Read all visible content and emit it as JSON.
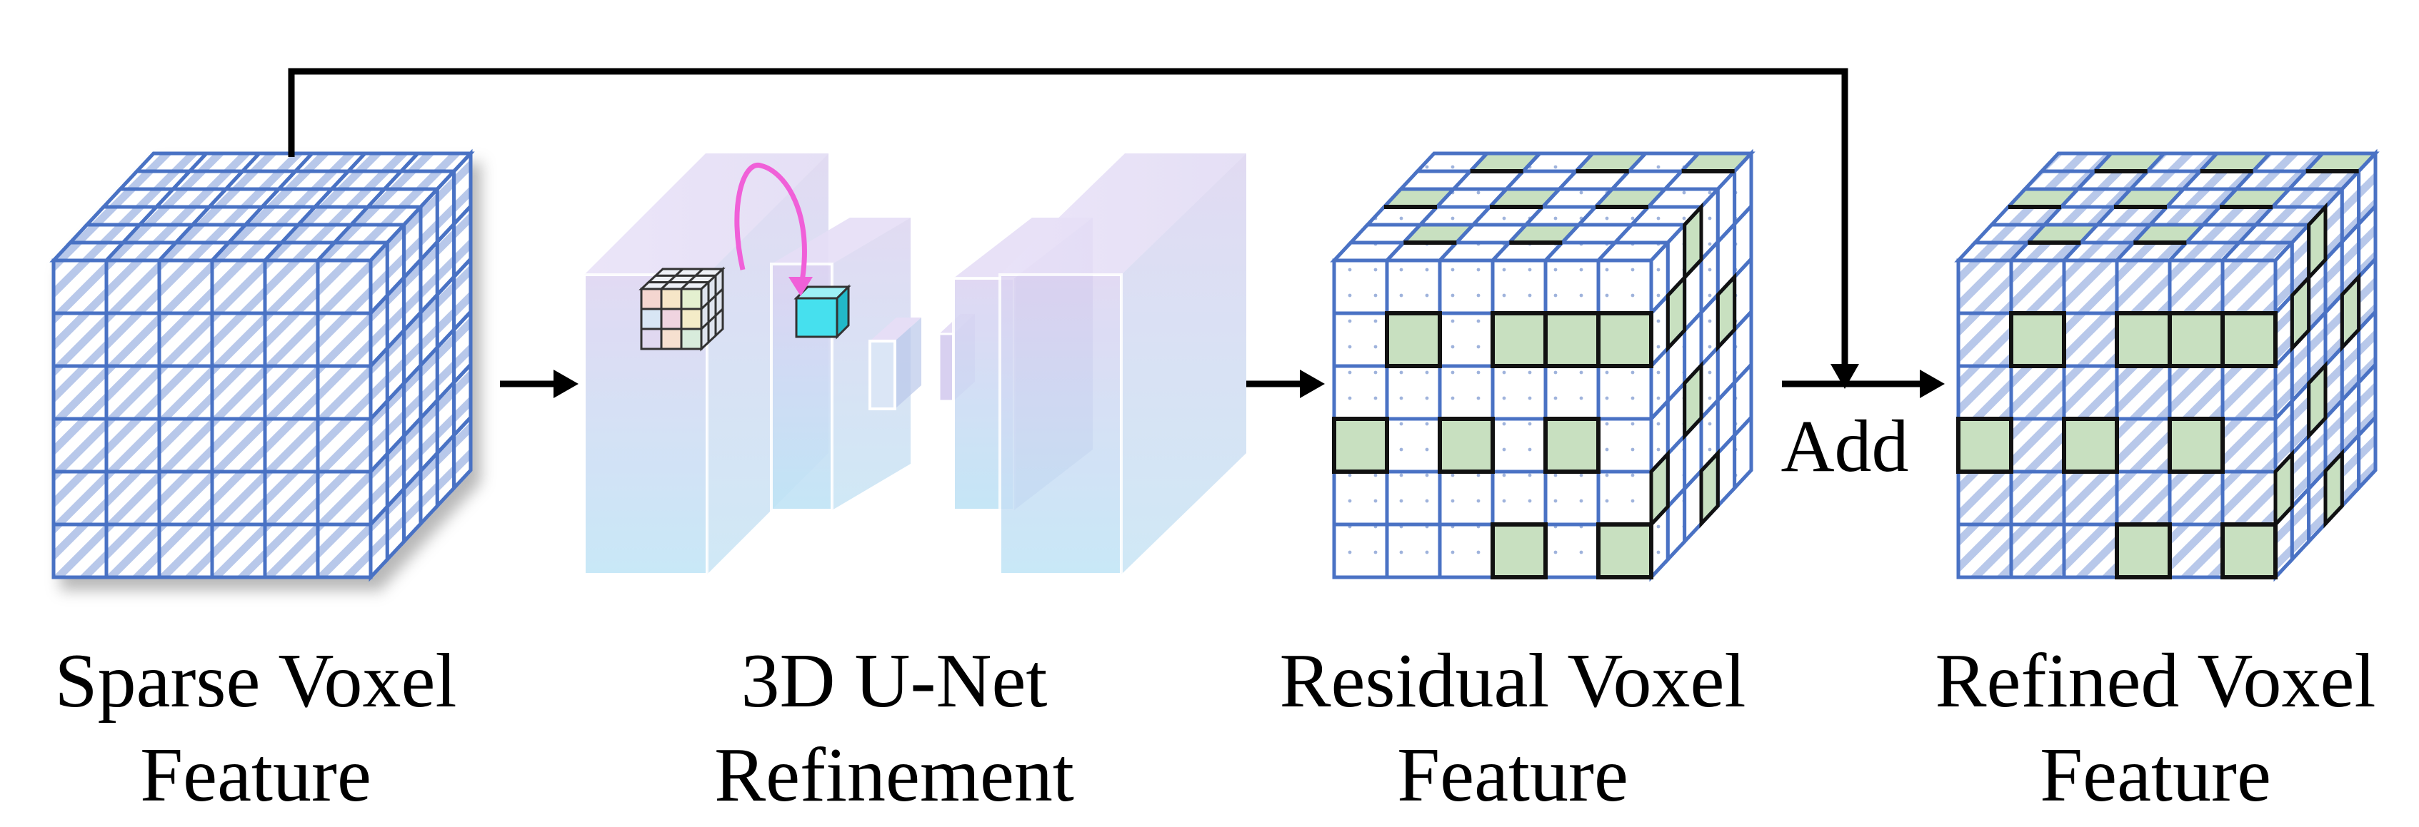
{
  "diagram": {
    "nodes": [
      {
        "id": "sparse",
        "label_line1": "Sparse Voxel",
        "label_line2": "Feature"
      },
      {
        "id": "unet",
        "label_line1": "3D U-Net",
        "label_line2": "Refinement"
      },
      {
        "id": "residual",
        "label_line1": "Residual Voxel",
        "label_line2": "Feature"
      },
      {
        "id": "refined",
        "label_line1": "Refined Voxel",
        "label_line2": "Feature"
      }
    ],
    "add_label": "Add",
    "colors": {
      "grid_line": "#4a72c4",
      "hatch": "#b8c8ea",
      "highlight_cell": "#c8e0c0",
      "highlight_border": "#111111",
      "unet_gradient_top": "#ddd4f2",
      "unet_gradient_bottom": "#bfe4f6",
      "kernel_arrow": "#f060d8",
      "output_voxel": "#46e0ee",
      "arrow": "#000000"
    }
  }
}
